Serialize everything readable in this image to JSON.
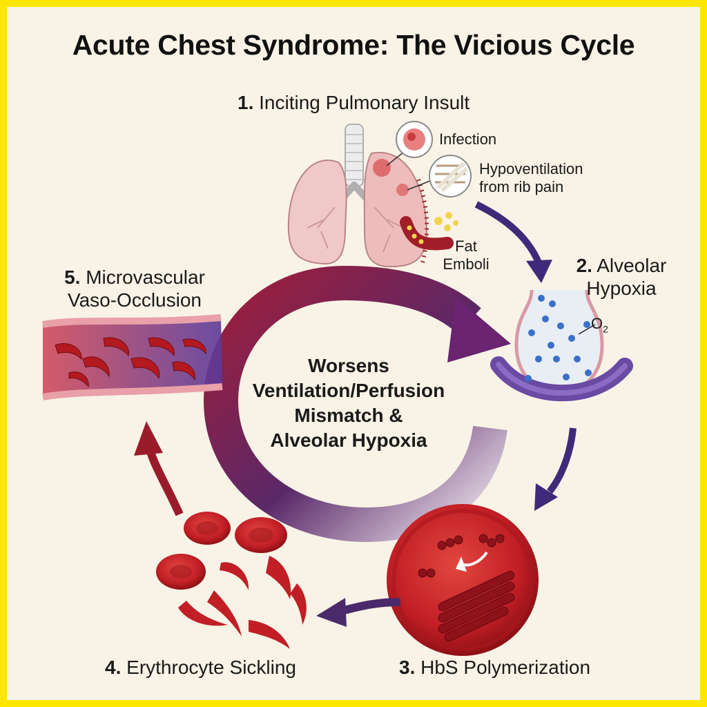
{
  "title": "Acute Chest Syndrome: The Vicious Cycle",
  "steps": [
    {
      "num": "1.",
      "label": "Inciting Pulmonary Insult"
    },
    {
      "num": "2.",
      "label_line1": "Alveolar",
      "label_line2": "Hypoxia"
    },
    {
      "num": "3.",
      "label": "HbS Polymerization"
    },
    {
      "num": "4.",
      "label": "Erythrocyte Sickling"
    },
    {
      "num": "5.",
      "label_line1": "Microvascular",
      "label_line2": "Vaso-Occlusion"
    }
  ],
  "insults": {
    "infection": "Infection",
    "hypoventilation_line1": "Hypoventilation",
    "hypoventilation_line2": "from rib pain",
    "fat_line1": "Fat",
    "fat_line2": "Emboli"
  },
  "o2_label": "O",
  "o2_sub": "2",
  "center": {
    "line1": "Worsens",
    "line2": "Ventilation/Perfusion",
    "line3": "Mismatch &",
    "line4": "Alveolar Hypoxia"
  },
  "colors": {
    "blood_red": "#c8262a",
    "dark_purple": "#4a2a7a",
    "background": "#f8f3e6",
    "border": "#fde600"
  }
}
